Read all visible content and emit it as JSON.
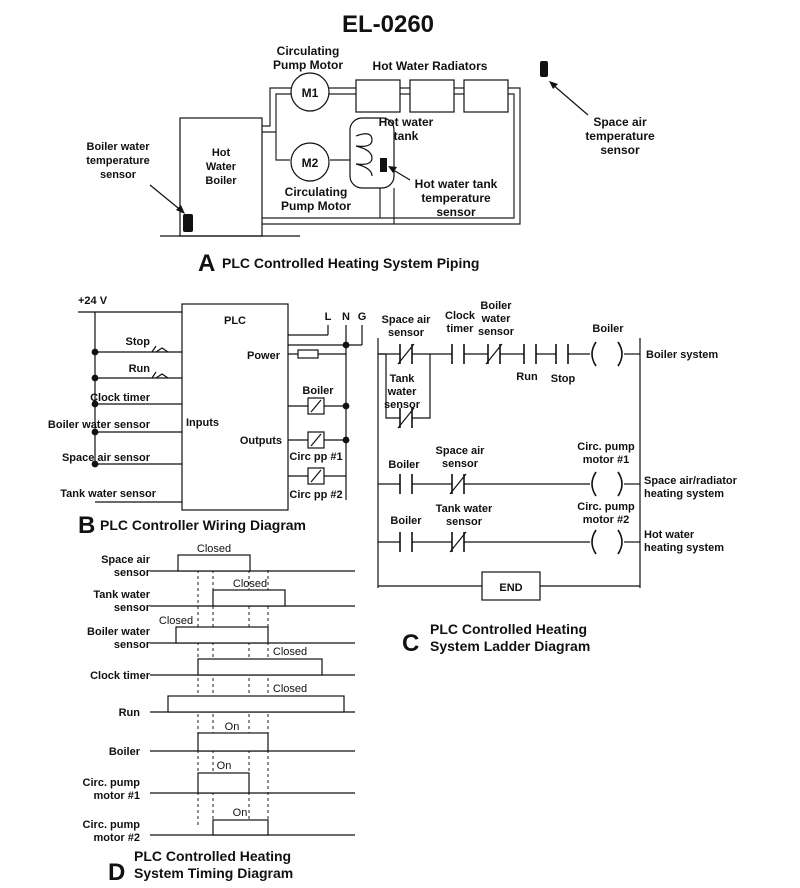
{
  "title": "EL-0260",
  "sectionA": {
    "letter": "A",
    "caption": "PLC Controlled Heating System Piping",
    "circulating_pump_motor_top": [
      "Circulating",
      "Pump Motor"
    ],
    "circulating_pump_motor_bottom": [
      "Circulating",
      "Pump Motor"
    ],
    "motor1": "M1",
    "motor2": "M2",
    "hot_water_radiators": "Hot Water Radiators",
    "space_air_temp_sensor": [
      "Space air",
      "temperature",
      "sensor"
    ],
    "boiler_water_temp_sensor": [
      "Boiler water",
      "temperature",
      "sensor"
    ],
    "hot_water_boiler": [
      "Hot",
      "Water",
      "Boiler"
    ],
    "hot_water_tank": [
      "Hot water",
      "tank"
    ],
    "hot_water_tank_temp_sensor": [
      "Hot water tank",
      "temperature",
      "sensor"
    ]
  },
  "sectionB": {
    "letter": "B",
    "caption": "PLC Controller Wiring Diagram",
    "supply": "+24 V",
    "plc": "PLC",
    "power": "Power",
    "inputs": "Inputs",
    "outputs": "Outputs",
    "L": "L",
    "N": "N",
    "G": "G",
    "input_labels": [
      "Stop",
      "Run",
      "Clock timer",
      "Boiler water sensor",
      "Space air sensor",
      "Tank water sensor"
    ],
    "output_labels": [
      "Boiler",
      "Circ pp #1",
      "Circ pp #2"
    ]
  },
  "sectionC": {
    "letter": "C",
    "caption": [
      "PLC Controlled Heating",
      "System Ladder Diagram"
    ],
    "rung1": {
      "space_air_sensor": [
        "Space air",
        "sensor"
      ],
      "clock_timer": [
        "Clock",
        "timer"
      ],
      "boiler_water_sensor": [
        "Boiler",
        "water",
        "sensor"
      ],
      "run": "Run",
      "stop": "Stop",
      "coil_label": "Boiler",
      "output": "Boiler system",
      "tank_water_sensor": [
        "Tank",
        "water",
        "sensor"
      ]
    },
    "rung2": {
      "contact1": "Boiler",
      "contact2": [
        "Space air",
        "sensor"
      ],
      "coil_label": [
        "Circ. pump",
        "motor #1"
      ],
      "output": [
        "Space air/radiator",
        "heating system"
      ]
    },
    "rung3": {
      "contact1": "Boiler",
      "contact2": [
        "Tank water",
        "sensor"
      ],
      "coil_label": [
        "Circ. pump",
        "motor #2"
      ],
      "output": [
        "Hot water",
        "heating system"
      ]
    },
    "end": "END"
  },
  "sectionD": {
    "letter": "D",
    "caption": [
      "PLC Controlled Heating",
      "System Timing Diagram"
    ],
    "signals": [
      {
        "label": [
          "Space air",
          "sensor"
        ],
        "state": "Closed"
      },
      {
        "label": [
          "Tank water",
          "sensor"
        ],
        "state": "Closed"
      },
      {
        "label": [
          "Boiler water",
          "sensor"
        ],
        "state": "Closed"
      },
      {
        "label": [
          "Clock timer"
        ],
        "state": "Closed"
      },
      {
        "label": [
          "Run"
        ],
        "state": "Closed"
      },
      {
        "label": [
          "Boiler"
        ],
        "state": "On"
      },
      {
        "label": [
          "Circ. pump",
          "motor #1"
        ],
        "state": "On"
      },
      {
        "label": [
          "Circ. pump",
          "motor #2"
        ],
        "state": "On"
      }
    ]
  }
}
